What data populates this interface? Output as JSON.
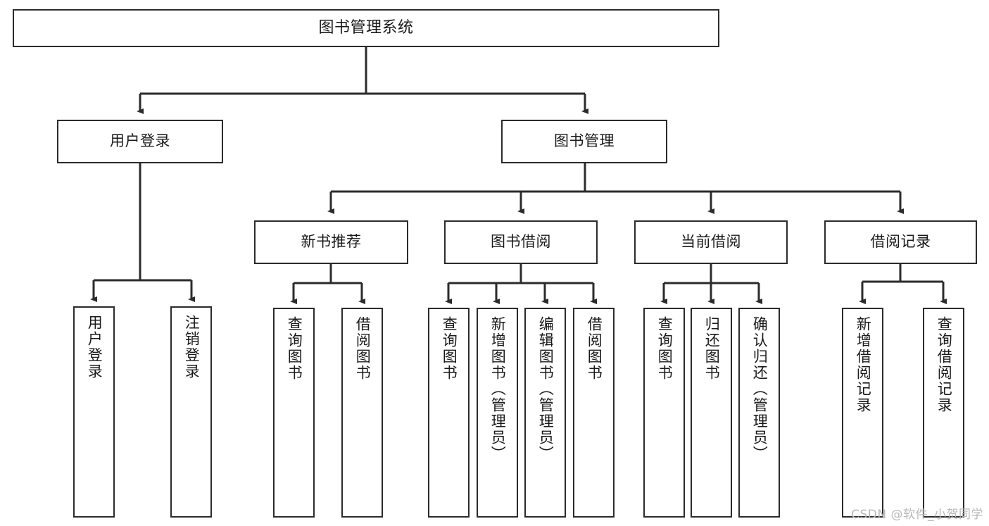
{
  "diagram": {
    "title": "图书管理系统",
    "type": "tree",
    "watermark": "CSDN @软件_小贺同学",
    "colors": {
      "background": "#ffffff",
      "border": "#2b2b2b",
      "connector": "#2b2b2b",
      "text": "#1a1a1a",
      "watermark": "#b8b8b8"
    },
    "root": {
      "label": "图书管理系统"
    },
    "level2": [
      {
        "label": "用户登录"
      },
      {
        "label": "图书管理"
      }
    ],
    "level3": [
      {
        "label": "新书推荐"
      },
      {
        "label": "图书借阅"
      },
      {
        "label": "当前借阅"
      },
      {
        "label": "借阅记录"
      }
    ],
    "leaves": {
      "user_login": [
        {
          "label": "用户登录"
        },
        {
          "label": "注销登录"
        }
      ],
      "new_book_recommend": [
        {
          "label": "查询图书"
        },
        {
          "label": "借阅图书"
        }
      ],
      "book_borrow": [
        {
          "label": "查询图书"
        },
        {
          "label": "新增图书（管理员）"
        },
        {
          "label": "编辑图书（管理员）"
        },
        {
          "label": "借阅图书"
        }
      ],
      "current_borrow": [
        {
          "label": "查询图书"
        },
        {
          "label": "归还图书"
        },
        {
          "label": "确认归还（管理员）"
        }
      ],
      "borrow_record": [
        {
          "label": "新增借阅记录"
        },
        {
          "label": "查询借阅记录"
        }
      ]
    }
  }
}
